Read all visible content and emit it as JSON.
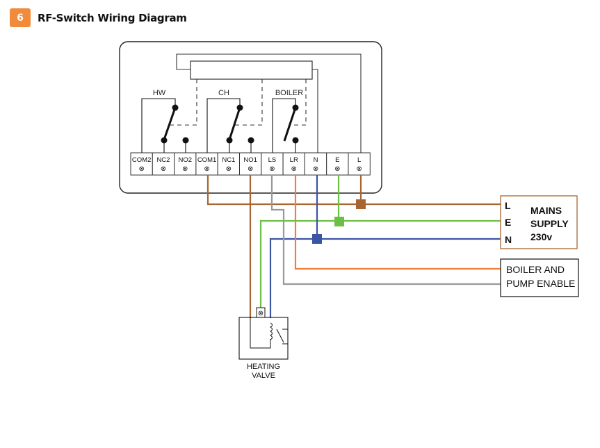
{
  "header": {
    "section_number": "6",
    "title": "RF-Switch Wiring Diagram",
    "accent_color": "#f28a3c"
  },
  "device": {
    "relays": [
      {
        "label": "HW"
      },
      {
        "label": "CH"
      },
      {
        "label": "BOILER"
      }
    ],
    "terminals": [
      "COM2",
      "NC2",
      "NO2",
      "COM1",
      "NC1",
      "NO1",
      "LS",
      "LR",
      "N",
      "E",
      "L"
    ],
    "terminal_glyph": "⊗"
  },
  "mains": {
    "lines": [
      "L",
      "E",
      "N"
    ],
    "label_line1": "MAINS",
    "label_line2": "SUPPLY",
    "label_line3": "230v"
  },
  "boiler": {
    "label_line1": "BOILER AND",
    "label_line2": "PUMP ENABLE"
  },
  "valve": {
    "label_line1": "HEATING",
    "label_line2": "VALVE"
  },
  "wire_colors": {
    "live": "#a8652f",
    "earth": "#6cbf45",
    "neutral": "#3b55a5",
    "lr": "#f47c38",
    "ls": "#999999"
  }
}
